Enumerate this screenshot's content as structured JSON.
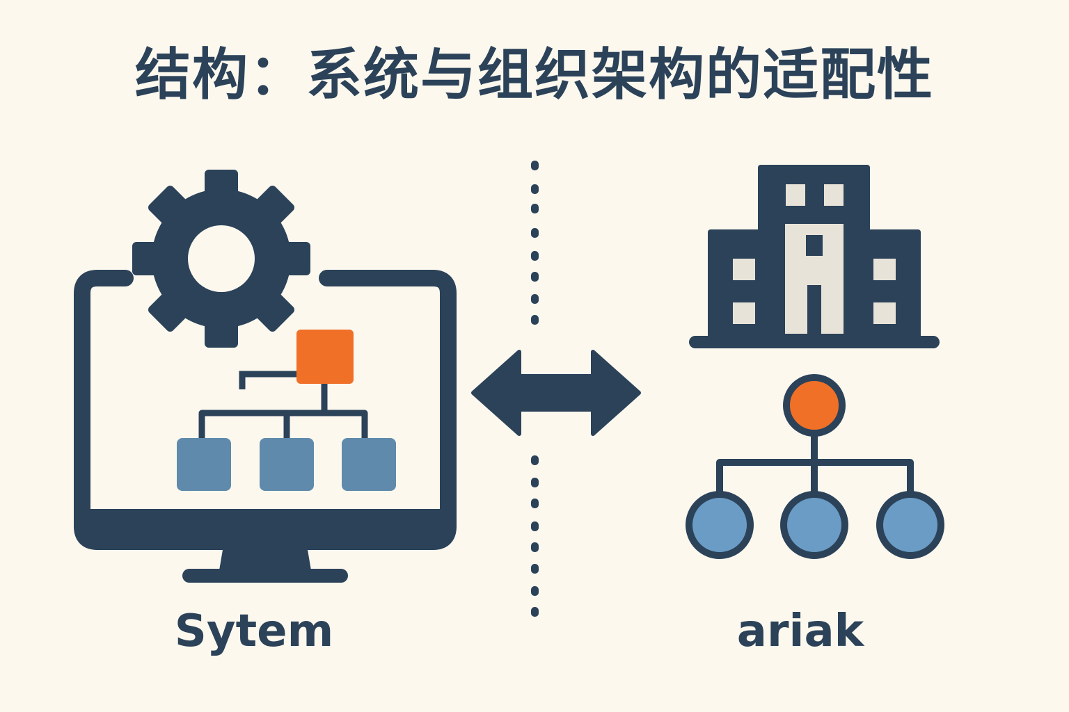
{
  "title": "结构：系统与组织架构的适配性",
  "left": {
    "caption": "Sytem",
    "icon": "gear-computer-hierarchy-icon"
  },
  "right": {
    "caption": "ariak",
    "icon": "building-org-chart-icon"
  },
  "center": {
    "icon": "double-arrow-icon"
  },
  "colors": {
    "background": "#fcf8ee",
    "dark": "#2b4259",
    "accent": "#f07028",
    "blue": "#5f8aab",
    "light_blue": "#6a9cc5",
    "window_fill": "#e8e3d8"
  }
}
